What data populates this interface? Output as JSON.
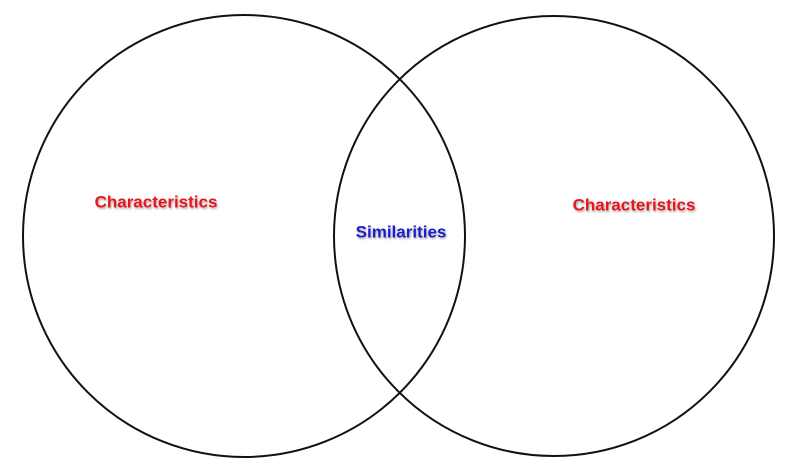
{
  "venn": {
    "left_label": "Characteristics",
    "center_label": "Similarities",
    "right_label": "Characteristics",
    "colors": {
      "outline": "#111111",
      "left_label": "#e8161b",
      "center_label": "#1c1ccc",
      "right_label": "#e8161b"
    }
  }
}
